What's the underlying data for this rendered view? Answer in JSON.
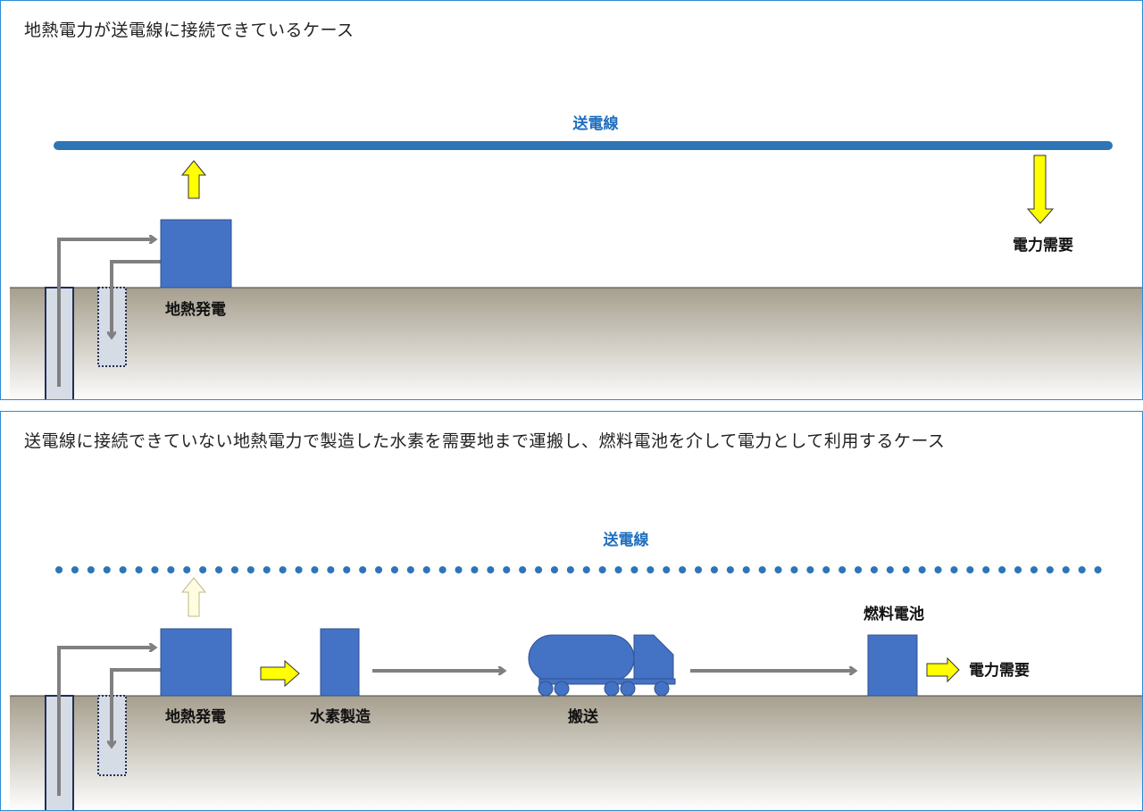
{
  "case1": {
    "title": "地熱電力が送電線に接続できているケース",
    "grid_label": "送電線",
    "plant_label": "地熱発電",
    "demand_label": "電力需要"
  },
  "case2": {
    "title": "送電線に接続できていない地熱電力で製造した水素を需要地まで運搬し、燃料電池を介して電力として利用するケース",
    "grid_label": "送電線",
    "plant_label": "地熱発電",
    "hydrogen_label": "水素製造",
    "transport_label": "搬送",
    "fuelcell_label": "燃料電池",
    "demand_label": "電力需要"
  },
  "colors": {
    "grid_line": "#2e75b6",
    "facility": "#4472c4",
    "ground_top": "#a69f8e",
    "ground_bottom": "#ffffff",
    "flow_arrow": "#808080",
    "energy_arrow": "#ffff00",
    "energy_arrow_faded": "#fffde0",
    "panel_border": "#2e8bd6"
  }
}
